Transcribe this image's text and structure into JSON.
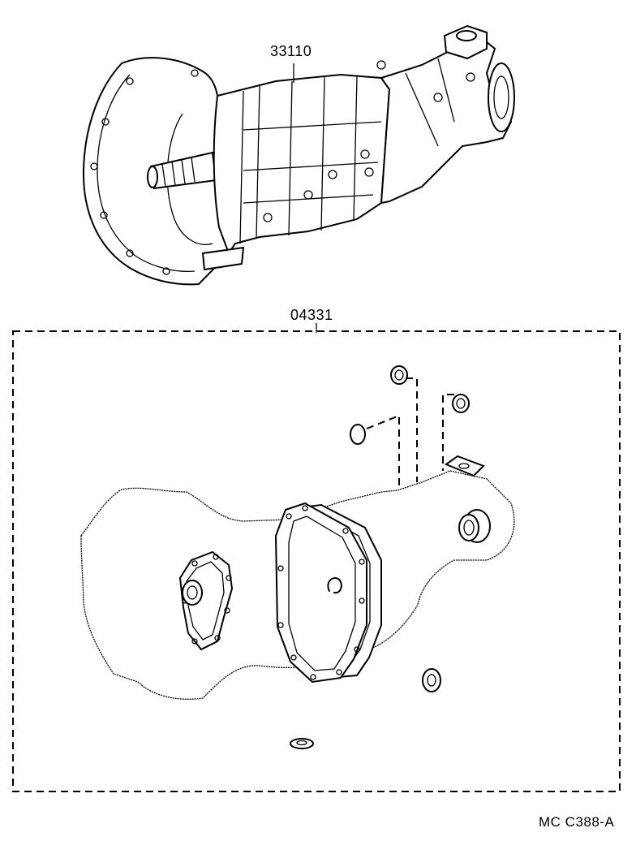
{
  "labels": {
    "transmission_part": "33110",
    "gasket_kit_part": "04331",
    "figure_code": "MC C388-A"
  }
}
